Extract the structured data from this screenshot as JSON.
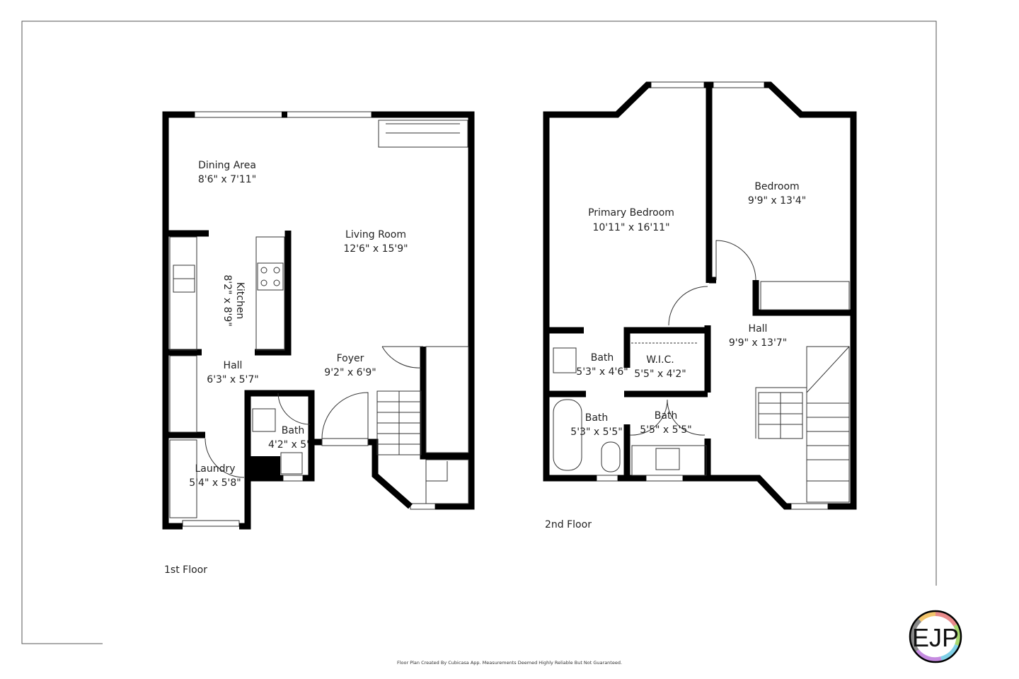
{
  "floors": [
    {
      "label": "1st Floor",
      "rooms": [
        {
          "name": "Dining Area",
          "dims": "8'6\" x 7'11\""
        },
        {
          "name": "Living Room",
          "dims": "12'6\" x 15'9\""
        },
        {
          "name": "Kitchen",
          "dims": "8'2\" x 8'9\""
        },
        {
          "name": "Hall",
          "dims": "6'3\" x 5'7\""
        },
        {
          "name": "Foyer",
          "dims": "9'2\" x 6'9\""
        },
        {
          "name": "Bath",
          "dims": "4'2\" x 5'"
        },
        {
          "name": "Laundry",
          "dims": "5'4\" x 5'8\""
        }
      ]
    },
    {
      "label": "2nd Floor",
      "rooms": [
        {
          "name": "Primary Bedroom",
          "dims": "10'11\" x 16'11\""
        },
        {
          "name": "Bedroom",
          "dims": "9'9\" x 13'4\""
        },
        {
          "name": "Hall",
          "dims": "9'9\" x 13'7\""
        },
        {
          "name": "Bath",
          "dims": "5'3\" x 4'6\""
        },
        {
          "name": "W.I.C.",
          "dims": "5'5\" x 4'2\""
        },
        {
          "name": "Bath",
          "dims": "5'3\" x 5'5\""
        },
        {
          "name": "Bath",
          "dims": "5'5\" x 5'5\""
        }
      ]
    }
  ],
  "footer": "Floor Plan Created By Cubicasa App. Measurements Deemed Highly Reliable But Not Guaranteed.",
  "logo": {
    "text": "EJP",
    "colors": [
      "#e88a8a",
      "#f2c46b",
      "#a8d86e",
      "#7fd0e6",
      "#c58be0",
      "#888888"
    ]
  }
}
